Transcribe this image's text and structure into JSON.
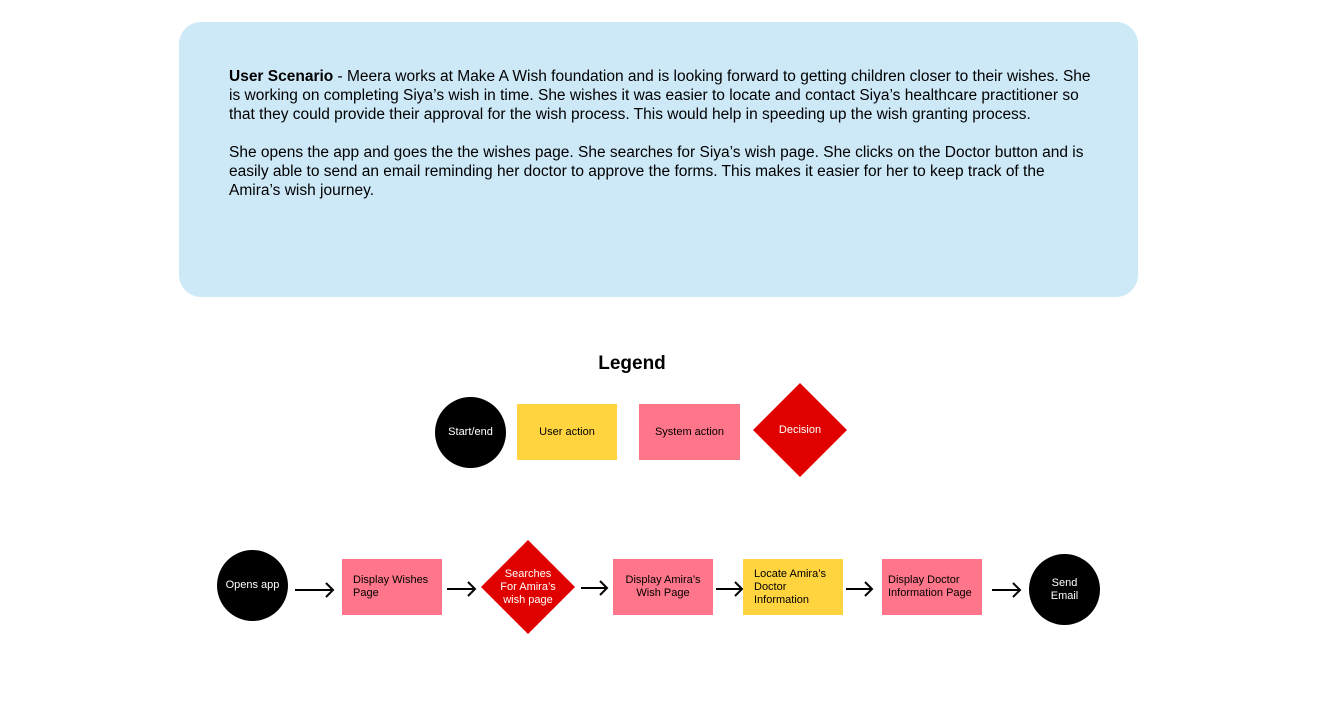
{
  "scenario": {
    "title": "User Scenario",
    "paragraph1_rest": " - Meera works at Make A Wish foundation and is looking forward to getting children closer to their wishes. She is working on completing Siya’s wish in time. She wishes it was easier to locate and contact Siya’s healthcare practitioner so that they could provide their approval for the wish process. This would help in speeding up the wish granting process.",
    "paragraph2": "She opens the app and goes the the wishes page. She searches for Siya’s wish page. She clicks on the Doctor button and is easily able to send an email reminding her doctor to approve the forms. This makes it easier for her to keep track of the Amira’s wish journey."
  },
  "legend": {
    "title": "Legend",
    "start_end": "Start/end",
    "user_action": "User action",
    "system_action": "System action",
    "decision": "Decision"
  },
  "flow": {
    "step1": "Opens app",
    "step2": "Display Wishes Page",
    "step3": "Searches For Amira’s wish page",
    "step4": "Display Amira’s Wish Page",
    "step5": "Locate Amira’s Doctor Information",
    "step6": "Display Doctor Information Page",
    "step7": "Send Email"
  },
  "colors": {
    "scenario_bg": "#cde8f7",
    "start_end": "#000000",
    "user_action": "#ffd43f",
    "system_action": "#ff7589",
    "decision": "#e00000"
  }
}
